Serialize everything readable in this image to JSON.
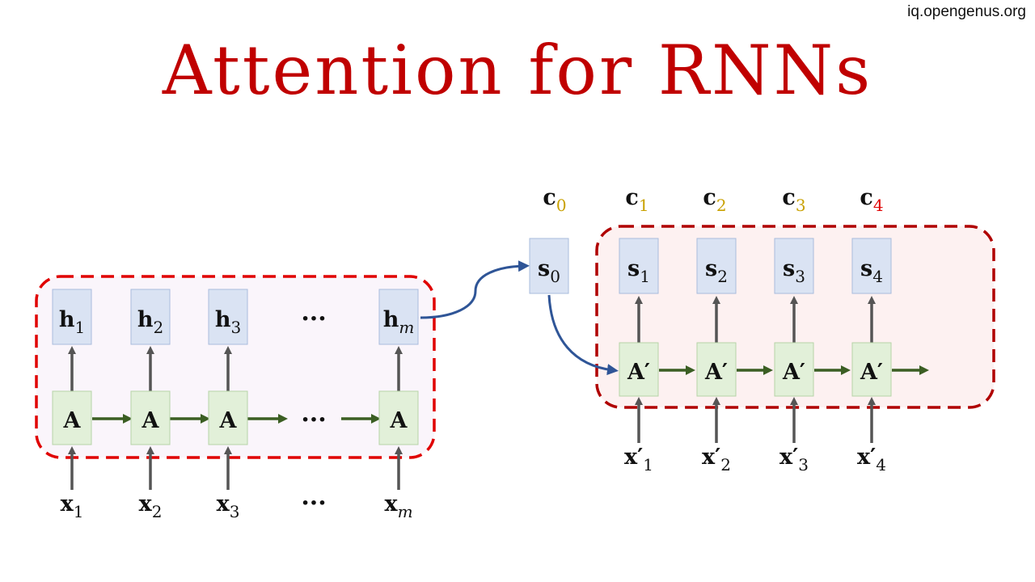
{
  "watermark": "iq.opengenus.org",
  "title": "Attention for RNNs",
  "encoder": {
    "hidden": [
      {
        "base": "h",
        "sub": "1"
      },
      {
        "base": "h",
        "sub": "2"
      },
      {
        "base": "h",
        "sub": "3"
      },
      {
        "base": "h",
        "sub": "m"
      }
    ],
    "cells": [
      "A",
      "A",
      "A",
      "A"
    ],
    "inputs": [
      {
        "base": "x",
        "sub": "1"
      },
      {
        "base": "x",
        "sub": "2"
      },
      {
        "base": "x",
        "sub": "3"
      },
      {
        "base": "x",
        "sub": "m"
      }
    ],
    "ellipsis": "···"
  },
  "decoder": {
    "initial_state": {
      "base": "s",
      "sub": "0"
    },
    "contexts": [
      {
        "base": "c",
        "sub": "0",
        "color": "#c9a100"
      },
      {
        "base": "c",
        "sub": "1",
        "color": "#c9a100"
      },
      {
        "base": "c",
        "sub": "2",
        "color": "#c9a100"
      },
      {
        "base": "c",
        "sub": "3",
        "color": "#c9a100"
      },
      {
        "base": "c",
        "sub": "4",
        "color": "#e00000"
      }
    ],
    "states": [
      {
        "base": "s",
        "sub": "1"
      },
      {
        "base": "s",
        "sub": "2"
      },
      {
        "base": "s",
        "sub": "3"
      },
      {
        "base": "s",
        "sub": "4"
      }
    ],
    "cells": [
      "A′",
      "A′",
      "A′",
      "A′"
    ],
    "inputs": [
      {
        "base": "x′",
        "sub": "1"
      },
      {
        "base": "x′",
        "sub": "2"
      },
      {
        "base": "x′",
        "sub": "3"
      },
      {
        "base": "x′",
        "sub": "4"
      }
    ]
  },
  "colors": {
    "title": "#c00000",
    "dashed_border": "#e00000",
    "decoder_border": "#b00000",
    "encoder_fill": "#faf5fb",
    "decoder_fill": "#fdf1f1",
    "state_box": "#dae3f3",
    "cell_box": "#e2f0d9",
    "recurrent_arrow": "#3b5e23",
    "attention_arrow": "#2f5597",
    "context_gold": "#c9a100",
    "context_red": "#e00000"
  }
}
